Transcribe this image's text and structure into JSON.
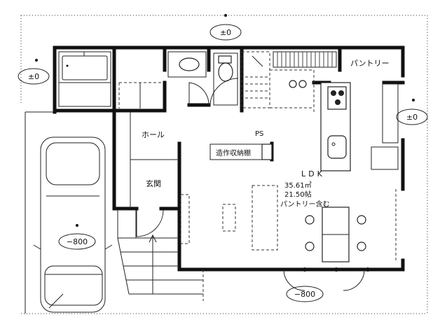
{
  "levels": {
    "top": "±0",
    "left": "±0",
    "right": "±0",
    "parking": "−800",
    "bottom": "−800"
  },
  "rooms": {
    "pantry": "パントリー",
    "hall": "ホール",
    "entrance": "玄関",
    "ps": "PS",
    "storage": "造作収納棚",
    "ldk": "LDK",
    "area_m2": "35.61㎡",
    "area_jo": "21.50帖",
    "note": "パントリー含む"
  }
}
